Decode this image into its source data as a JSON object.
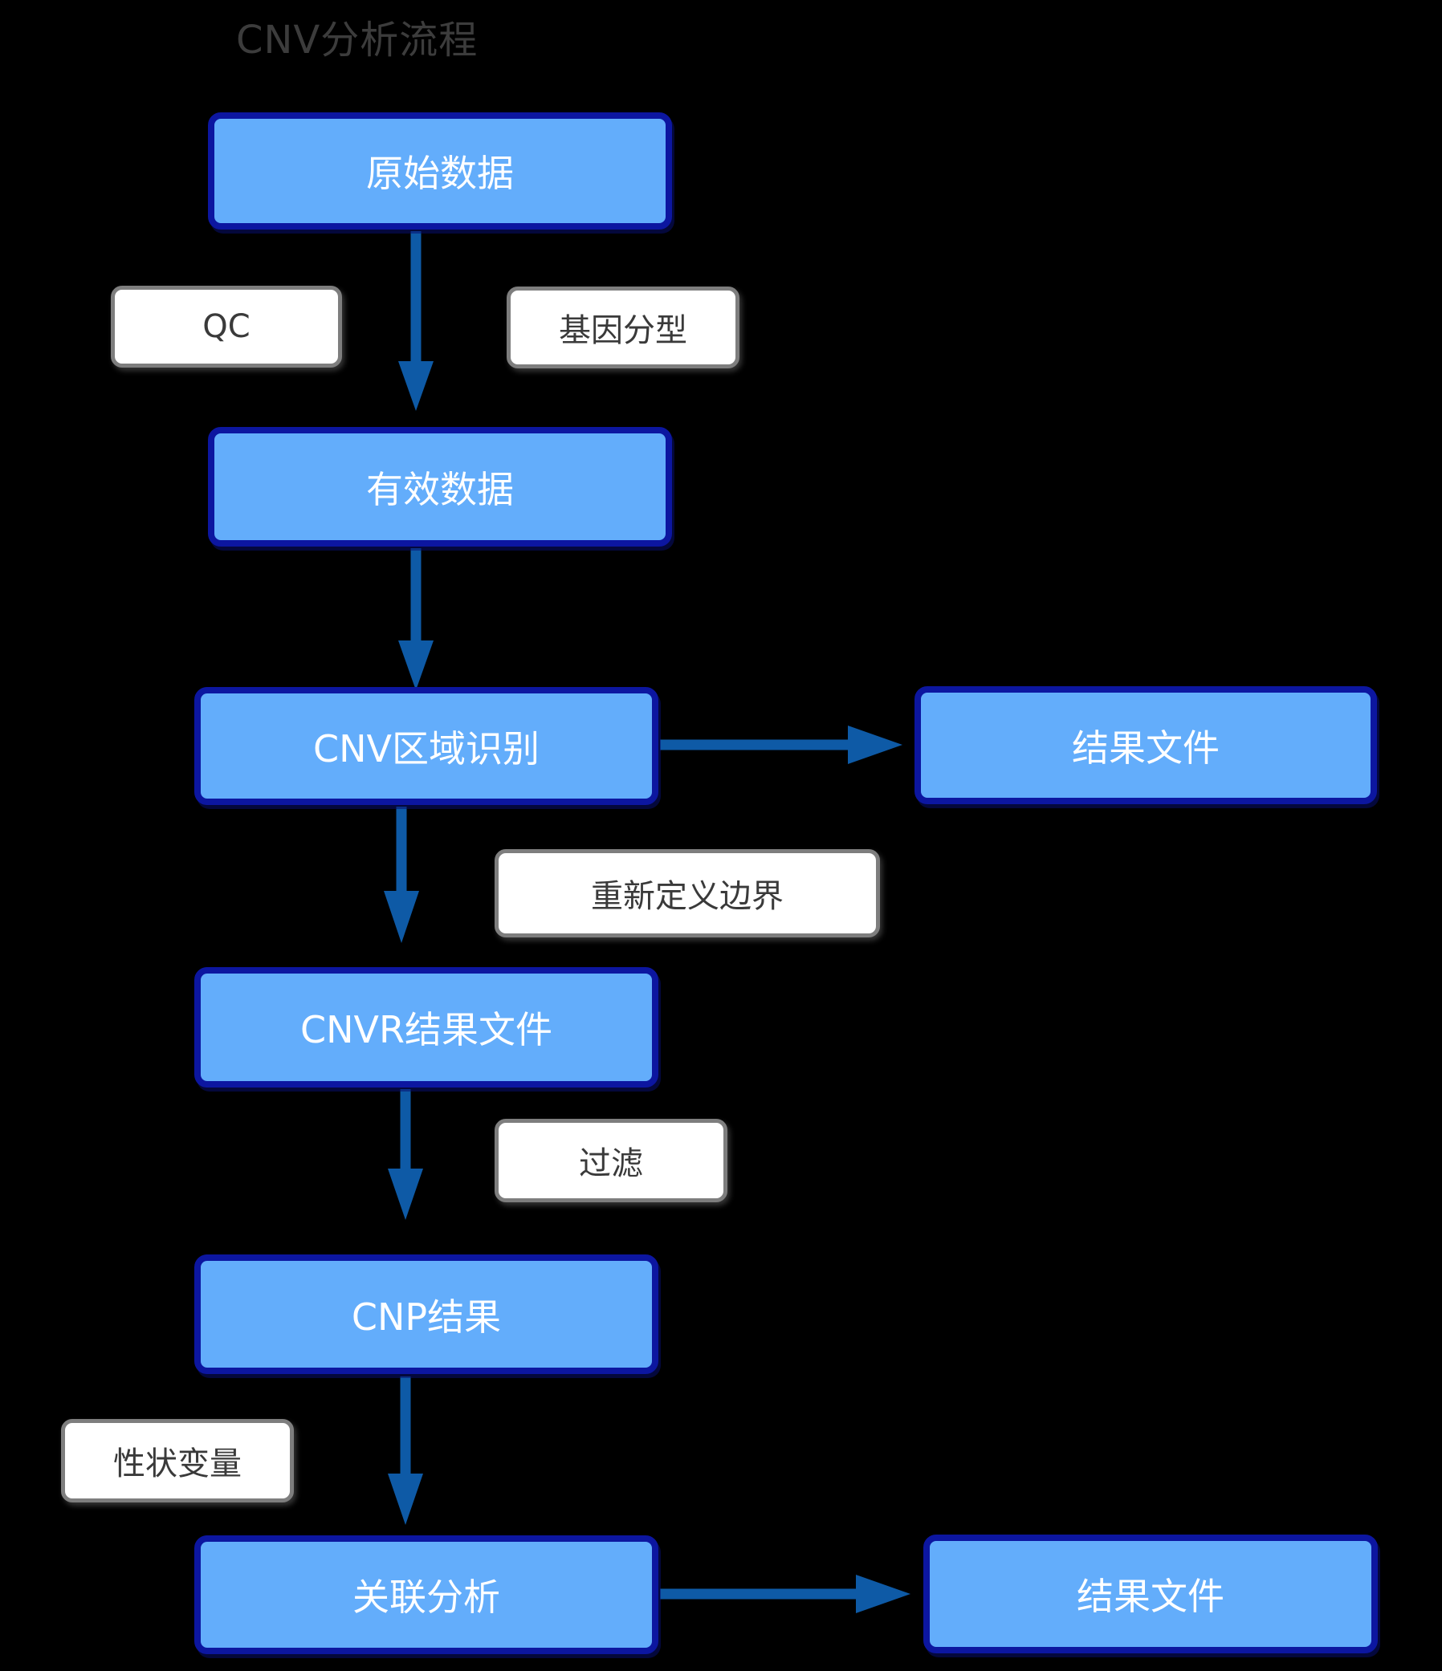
{
  "title": "CNV分析流程",
  "colors": {
    "background": "#000000",
    "node_fill": "#63ADFB",
    "node_border": "#0C16A0",
    "node_text": "#FFFFFF",
    "label_fill": "#FFFFFF",
    "label_border": "#7E7E7E",
    "label_text": "#3A3A3A",
    "arrow": "#0E5AA6",
    "title_text": "#3C3C3C"
  },
  "nodes": [
    {
      "id": "raw-data",
      "label": "原始数据"
    },
    {
      "id": "valid-data",
      "label": "有效数据"
    },
    {
      "id": "cnv-region",
      "label": "CNV区域识别"
    },
    {
      "id": "result-file-top",
      "label": "结果文件"
    },
    {
      "id": "cnvr-result",
      "label": "CNVR结果文件"
    },
    {
      "id": "cnp-result",
      "label": "CNP结果"
    },
    {
      "id": "association",
      "label": "关联分析"
    },
    {
      "id": "result-file-bottom",
      "label": "结果文件"
    }
  ],
  "step_labels": [
    {
      "id": "qc",
      "label": "QC",
      "annotates": "raw-data→valid-data"
    },
    {
      "id": "genotyping",
      "label": "基因分型",
      "annotates": "raw-data→valid-data"
    },
    {
      "id": "redefine-boundary",
      "label": "重新定义边界",
      "annotates": "cnv-region→cnvr-result"
    },
    {
      "id": "filter",
      "label": "过滤",
      "annotates": "cnvr-result→cnp-result"
    },
    {
      "id": "trait-variable",
      "label": "性状变量",
      "annotates": "cnp-result→association"
    }
  ],
  "edges": [
    {
      "from": "raw-data",
      "to": "valid-data"
    },
    {
      "from": "valid-data",
      "to": "cnv-region"
    },
    {
      "from": "cnv-region",
      "to": "result-file-top"
    },
    {
      "from": "cnv-region",
      "to": "cnvr-result"
    },
    {
      "from": "cnvr-result",
      "to": "cnp-result"
    },
    {
      "from": "cnp-result",
      "to": "association"
    },
    {
      "from": "association",
      "to": "result-file-bottom"
    }
  ]
}
